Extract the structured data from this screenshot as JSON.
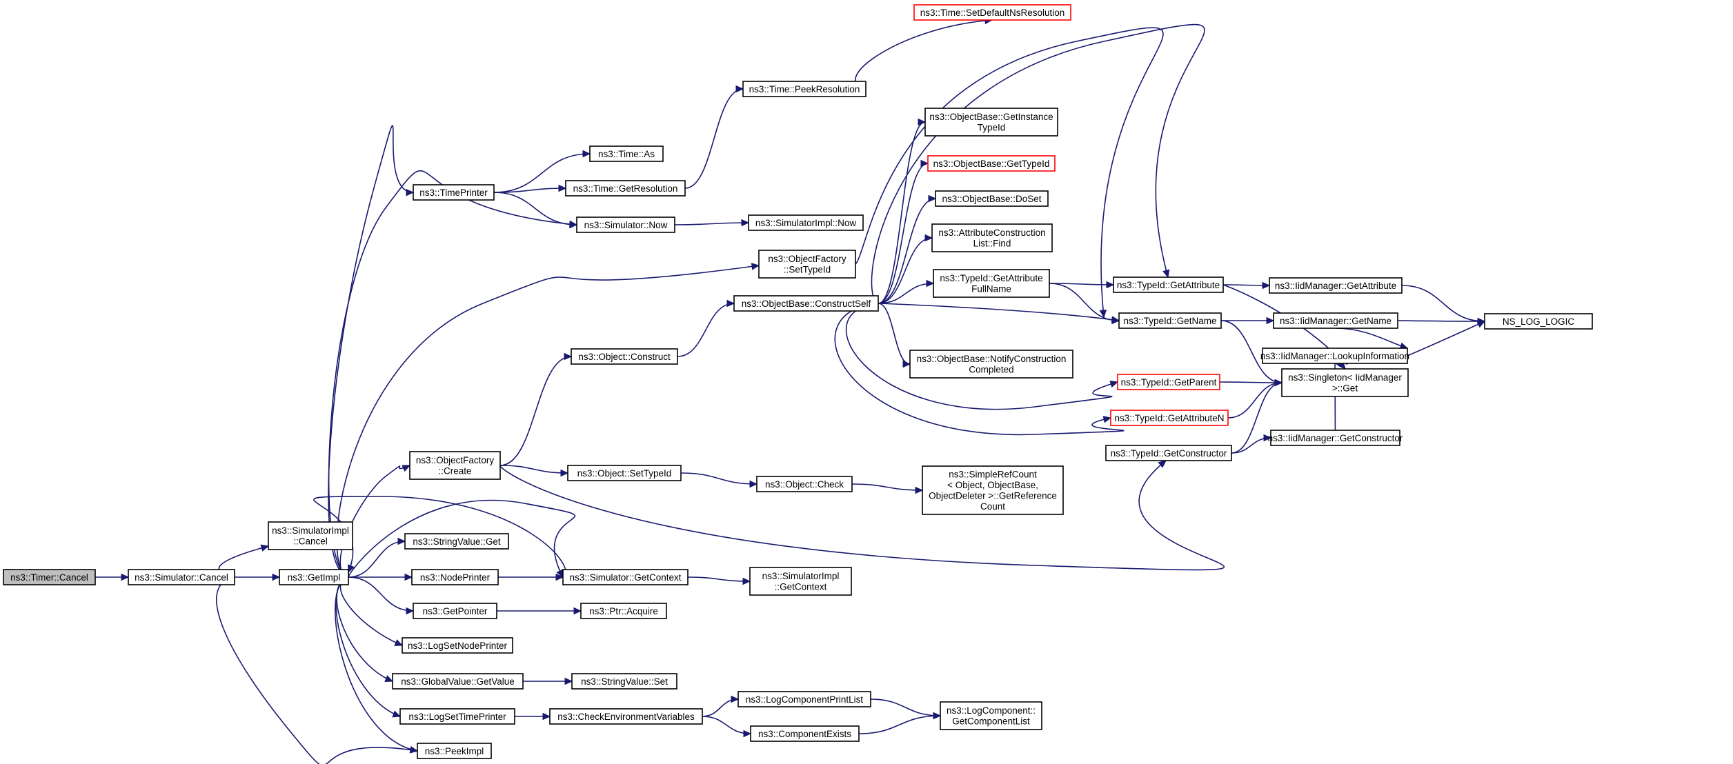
{
  "diagram": {
    "colors": {
      "edge": "#191970",
      "node_border": "#000000",
      "highlight_border": "#ff0000",
      "root_fill": "#bfbfbf"
    },
    "nodes": [
      {
        "id": "timer_cancel",
        "label": [
          "ns3::Timer::Cancel"
        ],
        "style": "root"
      },
      {
        "id": "sim_cancel",
        "label": [
          "ns3::Simulator::Cancel"
        ]
      },
      {
        "id": "simimpl_cancel",
        "label": [
          "ns3::SimulatorImpl",
          "::Cancel"
        ]
      },
      {
        "id": "getimpl",
        "label": [
          "ns3::GetImpl"
        ]
      },
      {
        "id": "timeprinter",
        "label": [
          "ns3::TimePrinter"
        ]
      },
      {
        "id": "time_as",
        "label": [
          "ns3::Time::As"
        ]
      },
      {
        "id": "time_getres",
        "label": [
          "ns3::Time::GetResolution"
        ]
      },
      {
        "id": "time_peekres",
        "label": [
          "ns3::Time::PeekResolution"
        ]
      },
      {
        "id": "time_setdef",
        "label": [
          "ns3::Time::SetDefaultNsResolution"
        ],
        "style": "red"
      },
      {
        "id": "sim_now",
        "label": [
          "ns3::Simulator::Now"
        ]
      },
      {
        "id": "simimpl_now",
        "label": [
          "ns3::SimulatorImpl::Now"
        ]
      },
      {
        "id": "of_settypeid",
        "label": [
          "ns3::ObjectFactory",
          "::SetTypeId"
        ]
      },
      {
        "id": "ob_constructself",
        "label": [
          "ns3::ObjectBase::ConstructSelf"
        ]
      },
      {
        "id": "ob_getinst",
        "label": [
          "ns3::ObjectBase::GetInstance",
          "TypeId"
        ]
      },
      {
        "id": "ob_gettypeid",
        "label": [
          "ns3::ObjectBase::GetTypeId"
        ],
        "style": "red"
      },
      {
        "id": "ob_doset",
        "label": [
          "ns3::ObjectBase::DoSet"
        ]
      },
      {
        "id": "acl_find",
        "label": [
          "ns3::AttributeConstruction",
          "List::Find"
        ]
      },
      {
        "id": "tid_getattrfull",
        "label": [
          "ns3::TypeId::GetAttribute",
          "FullName"
        ]
      },
      {
        "id": "ob_notify",
        "label": [
          "ns3::ObjectBase::NotifyConstruction",
          "Completed"
        ]
      },
      {
        "id": "tid_getattr",
        "label": [
          "ns3::TypeId::GetAttribute"
        ]
      },
      {
        "id": "tid_getname",
        "label": [
          "ns3::TypeId::GetName"
        ]
      },
      {
        "id": "tid_getparent",
        "label": [
          "ns3::TypeId::GetParent"
        ],
        "style": "red"
      },
      {
        "id": "tid_getattrn",
        "label": [
          "ns3::TypeId::GetAttributeN"
        ],
        "style": "red"
      },
      {
        "id": "tid_getctor",
        "label": [
          "ns3::TypeId::GetConstructor"
        ]
      },
      {
        "id": "iid_getattr",
        "label": [
          "ns3::IidManager::GetAttribute"
        ]
      },
      {
        "id": "iid_getname",
        "label": [
          "ns3::IidManager::GetName"
        ]
      },
      {
        "id": "iid_lookup",
        "label": [
          "ns3::IidManager::LookupInformation"
        ]
      },
      {
        "id": "iid_getctor",
        "label": [
          "ns3::IidManager::GetConstructor"
        ]
      },
      {
        "id": "singleton_get",
        "label": [
          "ns3::Singleton< IidManager",
          " >::Get"
        ]
      },
      {
        "id": "ns_log_logic",
        "label": [
          "NS_LOG_LOGIC"
        ]
      },
      {
        "id": "obj_construct",
        "label": [
          "ns3::Object::Construct"
        ]
      },
      {
        "id": "of_create",
        "label": [
          "ns3::ObjectFactory",
          "::Create"
        ]
      },
      {
        "id": "obj_settypeid",
        "label": [
          "ns3::Object::SetTypeId"
        ]
      },
      {
        "id": "obj_check",
        "label": [
          "ns3::Object::Check"
        ]
      },
      {
        "id": "simplerefcount",
        "label": [
          "ns3::SimpleRefCount",
          "< Object, ObjectBase,",
          " ObjectDeleter >::GetReference",
          "Count"
        ]
      },
      {
        "id": "stringvalue_get",
        "label": [
          "ns3::StringValue::Get"
        ]
      },
      {
        "id": "nodeprinter",
        "label": [
          "ns3::NodePrinter"
        ]
      },
      {
        "id": "sim_getcontext",
        "label": [
          "ns3::Simulator::GetContext"
        ]
      },
      {
        "id": "simimpl_getcontext",
        "label": [
          "ns3::SimulatorImpl",
          "::GetContext"
        ]
      },
      {
        "id": "getpointer",
        "label": [
          "ns3::GetPointer"
        ]
      },
      {
        "id": "ptr_acquire",
        "label": [
          "ns3::Ptr::Acquire"
        ]
      },
      {
        "id": "logsetnodeprinter",
        "label": [
          "ns3::LogSetNodePrinter"
        ]
      },
      {
        "id": "gv_getvalue",
        "label": [
          "ns3::GlobalValue::GetValue"
        ]
      },
      {
        "id": "stringvalue_set",
        "label": [
          "ns3::StringValue::Set"
        ]
      },
      {
        "id": "logsettimeprinter",
        "label": [
          "ns3::LogSetTimePrinter"
        ]
      },
      {
        "id": "checkenv",
        "label": [
          "ns3::CheckEnvironmentVariables"
        ]
      },
      {
        "id": "logcomp_printlist",
        "label": [
          "ns3::LogComponentPrintList"
        ]
      },
      {
        "id": "componentexists",
        "label": [
          "ns3::ComponentExists"
        ]
      },
      {
        "id": "logcomp_getlist",
        "label": [
          "ns3::LogComponent::",
          "GetComponentList"
        ]
      },
      {
        "id": "peekimpl",
        "label": [
          "ns3::PeekImpl"
        ]
      }
    ],
    "edges": [
      [
        "timer_cancel",
        "sim_cancel"
      ],
      [
        "sim_cancel",
        "simimpl_cancel"
      ],
      [
        "sim_cancel",
        "getimpl"
      ],
      [
        "sim_cancel",
        "peekimpl"
      ],
      [
        "getimpl",
        "timeprinter"
      ],
      [
        "getimpl",
        "sim_now"
      ],
      [
        "getimpl",
        "of_settypeid"
      ],
      [
        "getimpl",
        "of_create"
      ],
      [
        "getimpl",
        "sim_getcontext"
      ],
      [
        "getimpl",
        "stringvalue_get"
      ],
      [
        "getimpl",
        "nodeprinter"
      ],
      [
        "getimpl",
        "getpointer"
      ],
      [
        "getimpl",
        "logsetnodeprinter"
      ],
      [
        "getimpl",
        "gv_getvalue"
      ],
      [
        "getimpl",
        "logsettimeprinter"
      ],
      [
        "getimpl",
        "peekimpl"
      ],
      [
        "timeprinter",
        "time_as"
      ],
      [
        "timeprinter",
        "time_getres"
      ],
      [
        "timeprinter",
        "sim_now"
      ],
      [
        "time_getres",
        "time_peekres"
      ],
      [
        "time_peekres",
        "time_setdef"
      ],
      [
        "sim_now",
        "simimpl_now"
      ],
      [
        "of_settypeid",
        "tid_getname"
      ],
      [
        "ob_constructself",
        "ob_getinst"
      ],
      [
        "ob_constructself",
        "ob_gettypeid"
      ],
      [
        "ob_constructself",
        "ob_doset"
      ],
      [
        "ob_constructself",
        "acl_find"
      ],
      [
        "ob_constructself",
        "tid_getattrfull"
      ],
      [
        "ob_constructself",
        "tid_getattr"
      ],
      [
        "ob_constructself",
        "tid_getname"
      ],
      [
        "ob_constructself",
        "ob_notify"
      ],
      [
        "ob_constructself",
        "tid_getparent"
      ],
      [
        "ob_constructself",
        "tid_getattrn"
      ],
      [
        "tid_getattrfull",
        "tid_getname"
      ],
      [
        "tid_getattrfull",
        "tid_getattr"
      ],
      [
        "tid_getattr",
        "iid_getattr"
      ],
      [
        "tid_getattr",
        "singleton_get"
      ],
      [
        "tid_getname",
        "iid_getname"
      ],
      [
        "tid_getname",
        "singleton_get"
      ],
      [
        "tid_getparent",
        "singleton_get"
      ],
      [
        "tid_getattrn",
        "singleton_get"
      ],
      [
        "tid_getctor",
        "iid_getctor"
      ],
      [
        "tid_getctor",
        "singleton_get"
      ],
      [
        "iid_getattr",
        "ns_log_logic"
      ],
      [
        "iid_getname",
        "ns_log_logic"
      ],
      [
        "iid_getname",
        "iid_lookup"
      ],
      [
        "iid_lookup",
        "ns_log_logic"
      ],
      [
        "iid_getctor",
        "iid_lookup"
      ],
      [
        "obj_construct",
        "ob_constructself"
      ],
      [
        "of_create",
        "obj_construct"
      ],
      [
        "of_create",
        "obj_settypeid"
      ],
      [
        "of_create",
        "tid_getctor"
      ],
      [
        "obj_settypeid",
        "obj_check"
      ],
      [
        "obj_check",
        "simplerefcount"
      ],
      [
        "nodeprinter",
        "sim_getcontext"
      ],
      [
        "sim_getcontext",
        "simimpl_getcontext"
      ],
      [
        "sim_getcontext",
        "getimpl"
      ],
      [
        "getpointer",
        "ptr_acquire"
      ],
      [
        "gv_getvalue",
        "stringvalue_set"
      ],
      [
        "logsettimeprinter",
        "checkenv"
      ],
      [
        "checkenv",
        "logcomp_printlist"
      ],
      [
        "checkenv",
        "componentexists"
      ],
      [
        "logcomp_printlist",
        "logcomp_getlist"
      ],
      [
        "componentexists",
        "logcomp_getlist"
      ]
    ]
  }
}
